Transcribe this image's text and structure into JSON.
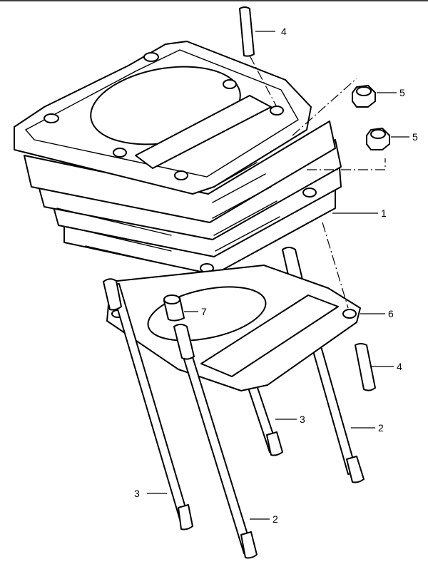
{
  "callouts": [
    {
      "id": "c1",
      "label": "1"
    },
    {
      "id": "c2a",
      "label": "2"
    },
    {
      "id": "c2b",
      "label": "2"
    },
    {
      "id": "c3a",
      "label": "3"
    },
    {
      "id": "c3b",
      "label": "3"
    },
    {
      "id": "c4a",
      "label": "4"
    },
    {
      "id": "c4b",
      "label": "4"
    },
    {
      "id": "c5a",
      "label": "5"
    },
    {
      "id": "c5b",
      "label": "5"
    },
    {
      "id": "c6",
      "label": "6"
    },
    {
      "id": "c7",
      "label": "7"
    }
  ],
  "colors": {
    "line": "#000000",
    "background": "#ffffff"
  }
}
